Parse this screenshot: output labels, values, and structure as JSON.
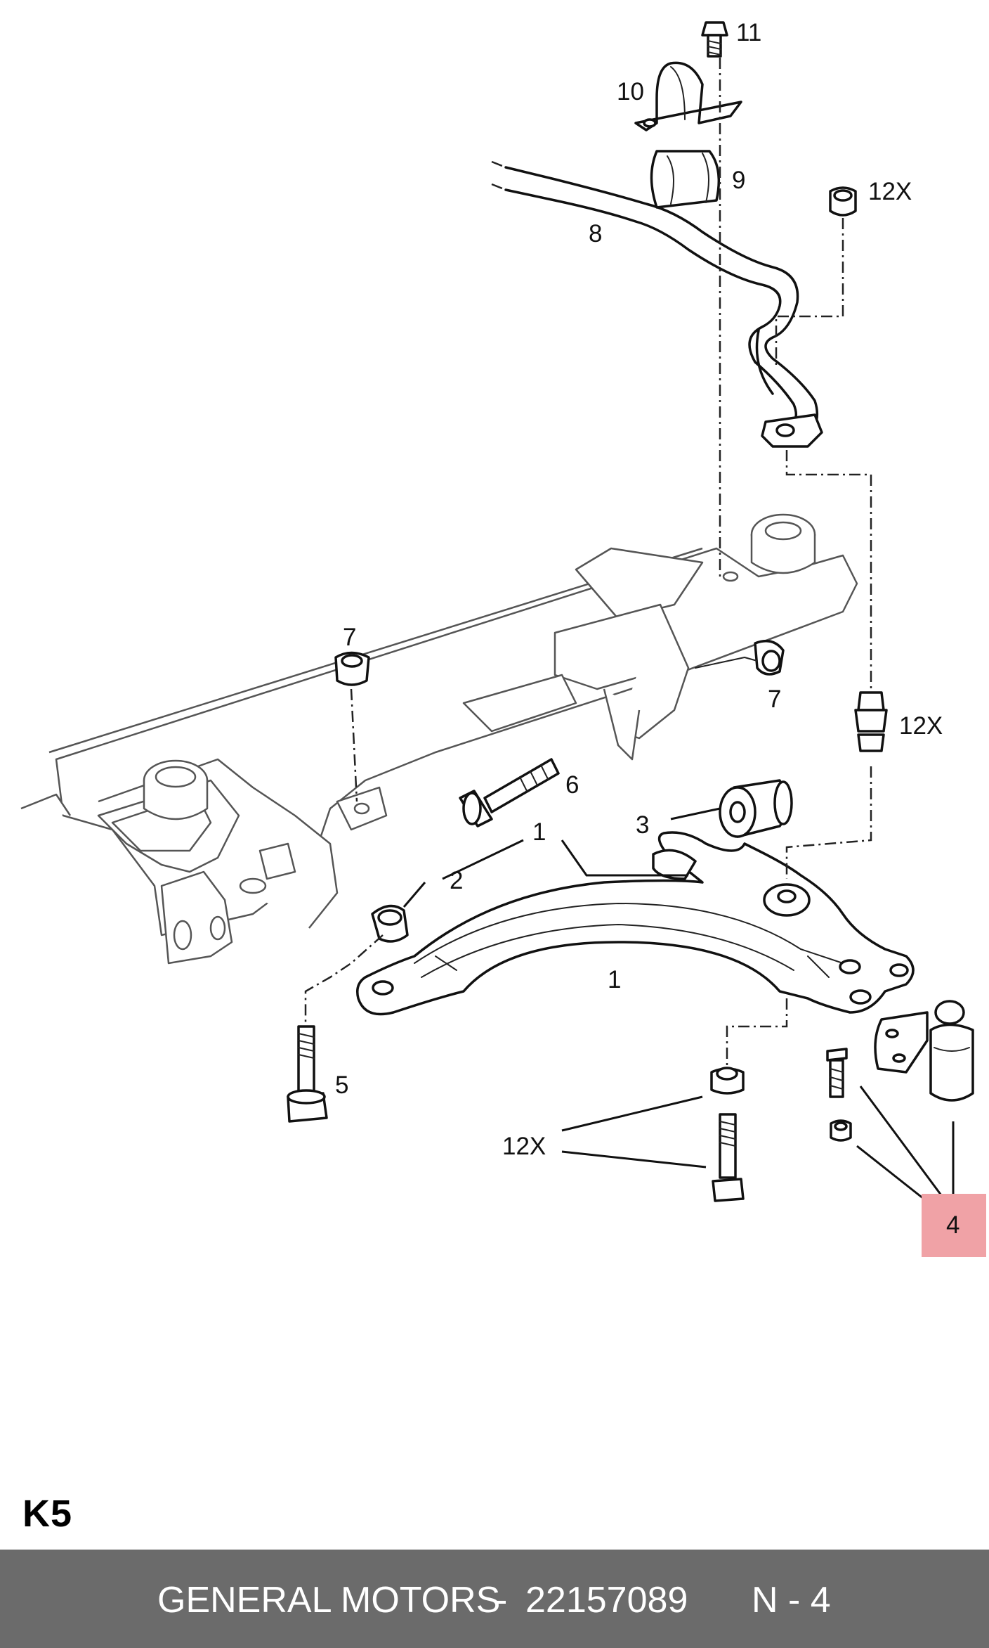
{
  "diagram": {
    "callouts": {
      "c1_upper": "1",
      "c1_lower": "1",
      "c2": "2",
      "c3": "3",
      "c4": "4",
      "c5": "5",
      "c6": "6",
      "c7_left": "7",
      "c7_right": "7",
      "c8": "8",
      "c9": "9",
      "c10": "10",
      "c11": "11",
      "c12x_top": "12X",
      "c12x_mid": "12X",
      "c12x_bottom": "12X"
    },
    "highlight_color": "#f0a2a6"
  },
  "diagram_code": "K5",
  "footer": {
    "brand": "GENERAL MOTORS",
    "separator": "-",
    "part_number": "22157089",
    "ref": "N - 4",
    "background": "#6b6b6b"
  }
}
